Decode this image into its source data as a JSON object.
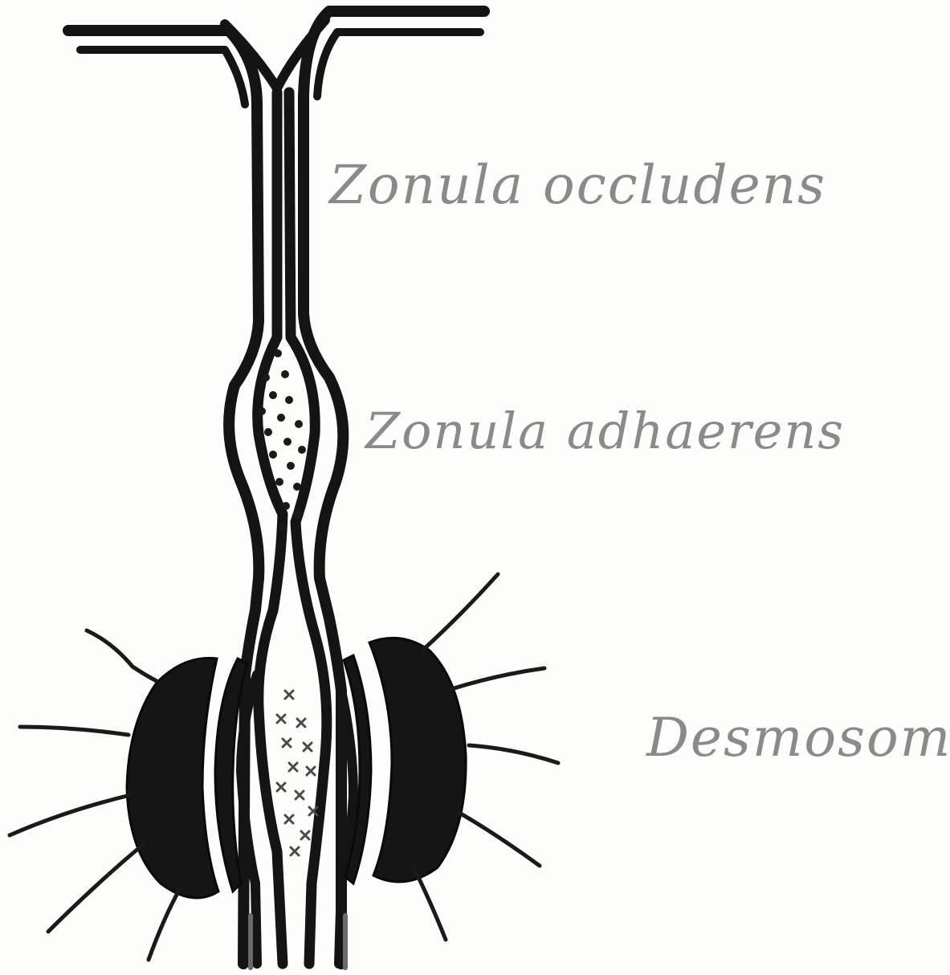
{
  "diagram": {
    "labels": {
      "zonula_occludens": "Zonula occludens",
      "zonula_adhaerens": "Zonula adhaerens",
      "desmosome": "Desmosome"
    },
    "colors": {
      "ink": "#141414",
      "label": "#8a8a8a",
      "paper": "#fdfdfc"
    }
  }
}
